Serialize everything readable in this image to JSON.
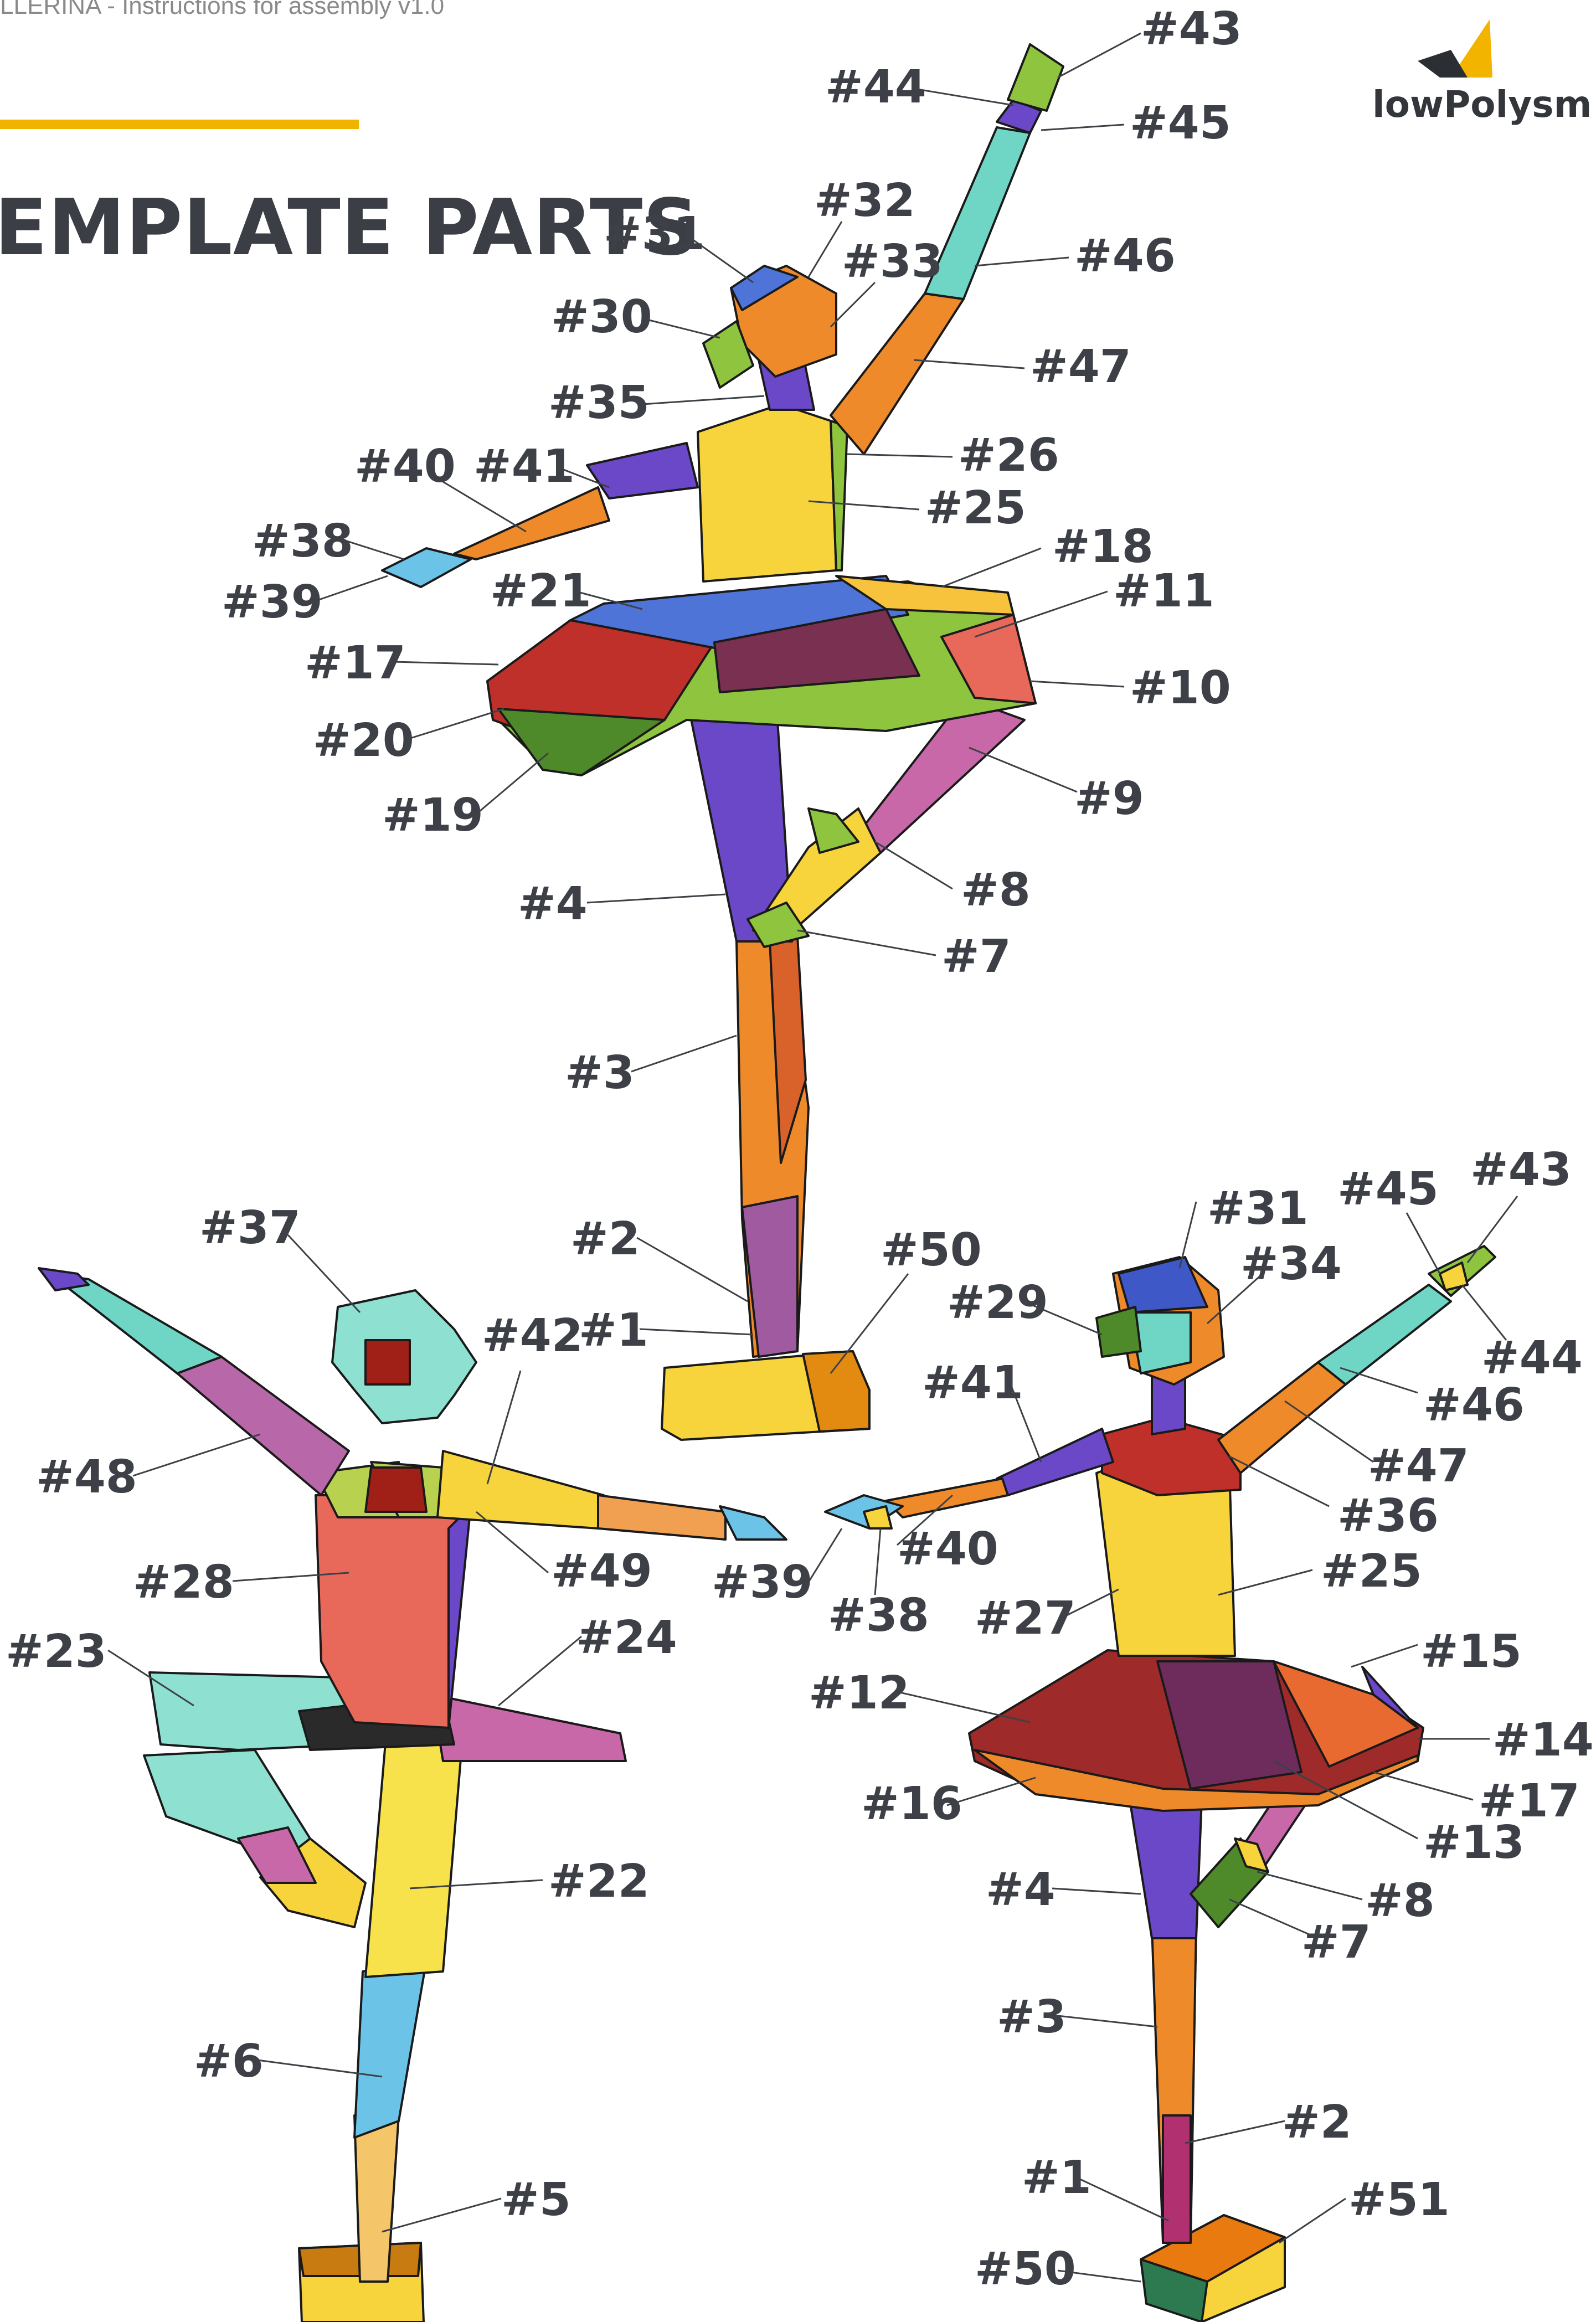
{
  "header": {
    "doc_title": "LLERINA - Instructions for assembly v1.0",
    "section_title": "EMPLATE PARTS"
  },
  "logo": {
    "text": "lowPolysm",
    "colors": [
      "#f3b400",
      "#2b2e33"
    ]
  },
  "views": {
    "front": {
      "labels": [
        "#43",
        "#44",
        "#45",
        "#32",
        "#31",
        "#33",
        "#46",
        "#30",
        "#47",
        "#35",
        "#26",
        "#40",
        "#41",
        "#25",
        "#38",
        "#18",
        "#39",
        "#21",
        "#11",
        "#17",
        "#10",
        "#20",
        "#9",
        "#19",
        "#8",
        "#4",
        "#7",
        "#3",
        "#2",
        "#50",
        "#1"
      ]
    },
    "back": {
      "labels": [
        "#37",
        "#42",
        "#48",
        "#49",
        "#28",
        "#24",
        "#23",
        "#22",
        "#6",
        "#5"
      ]
    },
    "side": {
      "labels": [
        "#43",
        "#45",
        "#31",
        "#34",
        "#29",
        "#44",
        "#41",
        "#46",
        "#47",
        "#36",
        "#40",
        "#39",
        "#38",
        "#25",
        "#27",
        "#15",
        "#12",
        "#14",
        "#17",
        "#16",
        "#13",
        "#8",
        "#4",
        "#7",
        "#3",
        "#2",
        "#51",
        "#1",
        "#50"
      ]
    }
  },
  "palette": {
    "yellow": "#f7d33c",
    "orange": "#ef8a2b",
    "purple": "#6a48c8",
    "green": "#8fc43f",
    "dark_green": "#4f8a2a",
    "red": "#c0302a",
    "pink": "#c868a8",
    "teal": "#6fd6c6",
    "blue": "#4f74d8",
    "salmon": "#e8685a",
    "light_blue": "#6cc3e8",
    "peach": "#f5c56a"
  }
}
